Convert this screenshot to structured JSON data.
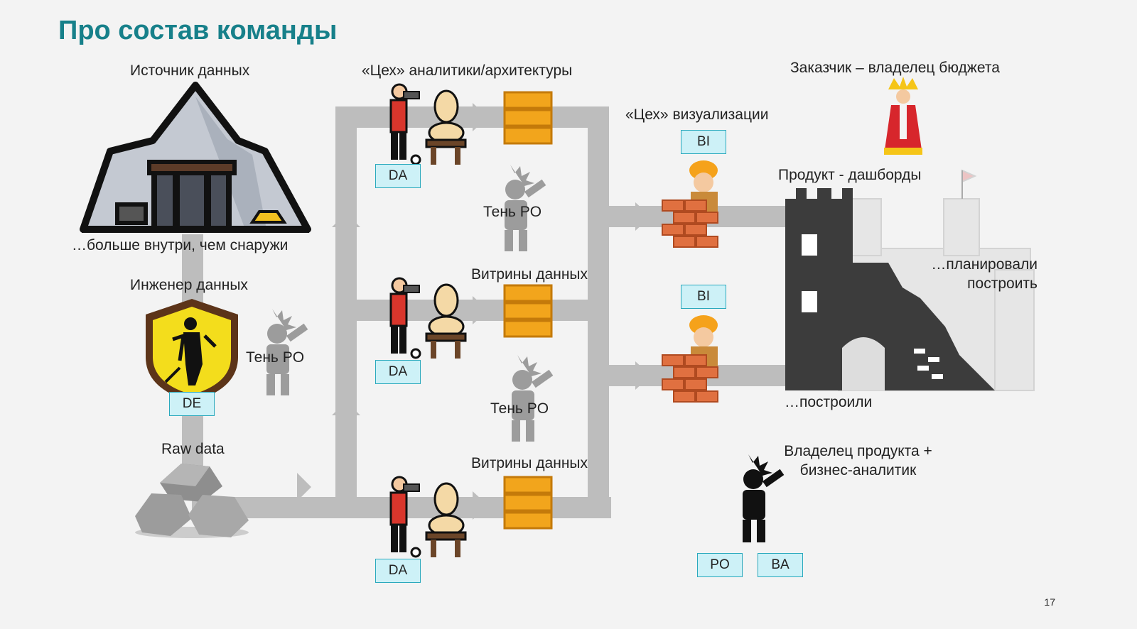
{
  "title": "Про состав команды",
  "labels": {
    "source": "Источник данных",
    "source_note": "…больше внутри, чем снаружи",
    "engineer": "Инженер данных",
    "shadow_po": "Тень PO",
    "raw": "Raw data",
    "analytics_shop": "«Цех» аналитики/архитектуры",
    "marts": "Витрины данных",
    "viz_shop": "«Цех» визуализации",
    "customer": "Заказчик – владелец бюджета",
    "product": "Продукт - дашборды",
    "planned": "…планировали построить",
    "built": "…построили",
    "po_ba": "Владелец продукта + бизнес-аналитик"
  },
  "tags": {
    "da": "DA",
    "de": "DE",
    "bi": "BI",
    "po": "PO",
    "ba": "BA"
  },
  "page_number": "17"
}
